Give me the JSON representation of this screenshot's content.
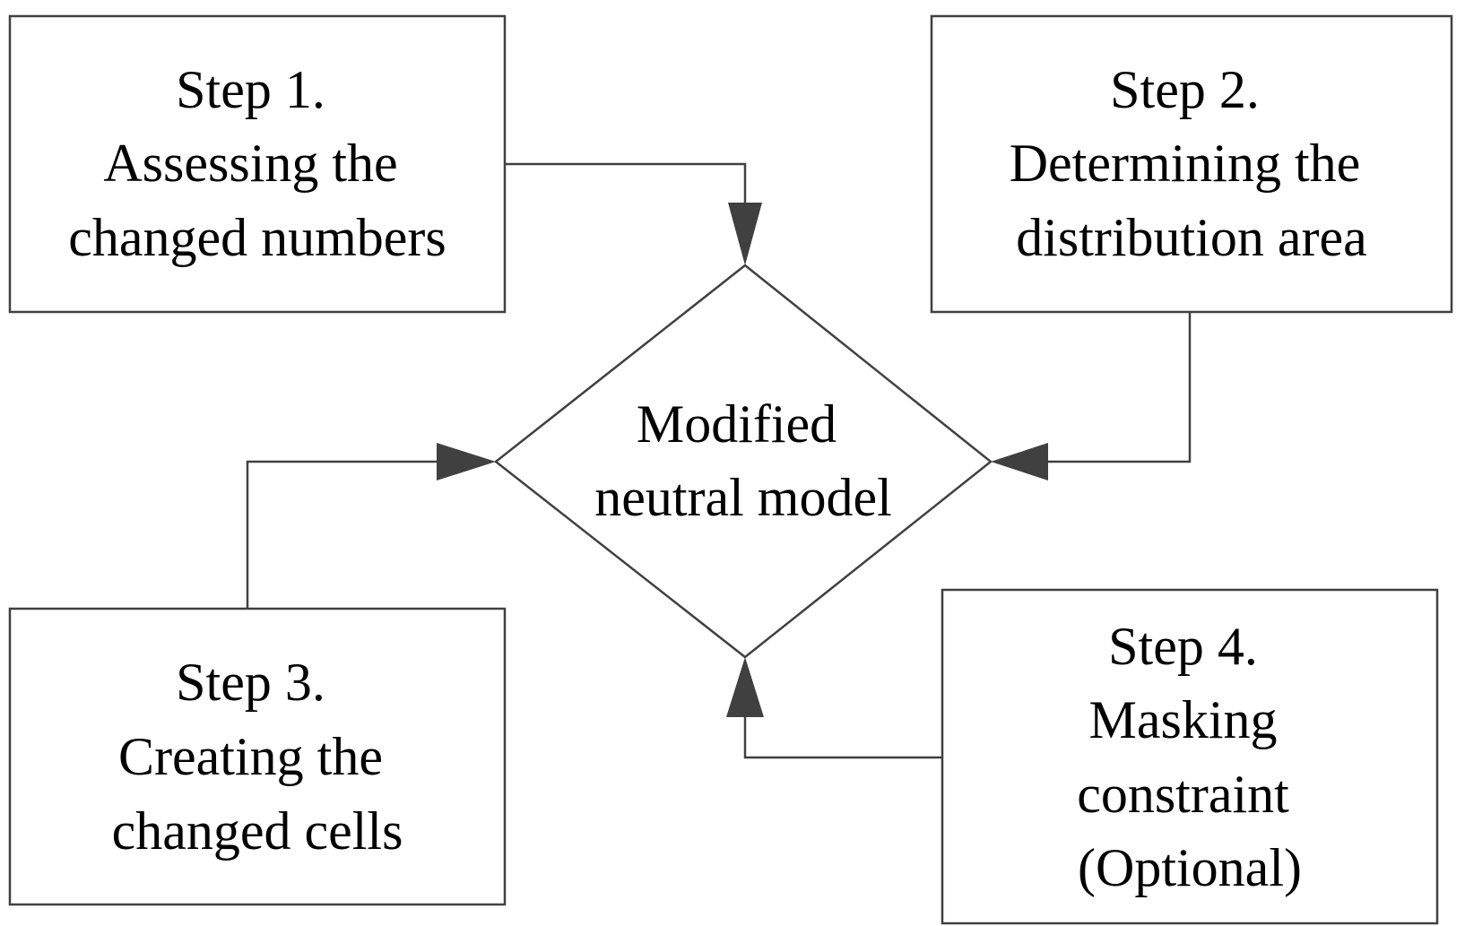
{
  "diagram": {
    "center": {
      "lines": [
        "Modified",
        "neutral model"
      ]
    },
    "steps": [
      {
        "lines": [
          "Step 1.",
          "Assessing the",
          "changed numbers"
        ]
      },
      {
        "lines": [
          "Step 2.",
          "Determining the",
          "distribution area"
        ]
      },
      {
        "lines": [
          "Step 3.",
          "Creating the",
          "changed cells"
        ]
      },
      {
        "lines": [
          "Step 4.",
          "Masking",
          "constraint",
          "(Optional)"
        ]
      }
    ]
  },
  "colors": {
    "stroke": "#404040",
    "arrowhead": "#404040",
    "text": "#000000",
    "background": "#ffffff"
  }
}
